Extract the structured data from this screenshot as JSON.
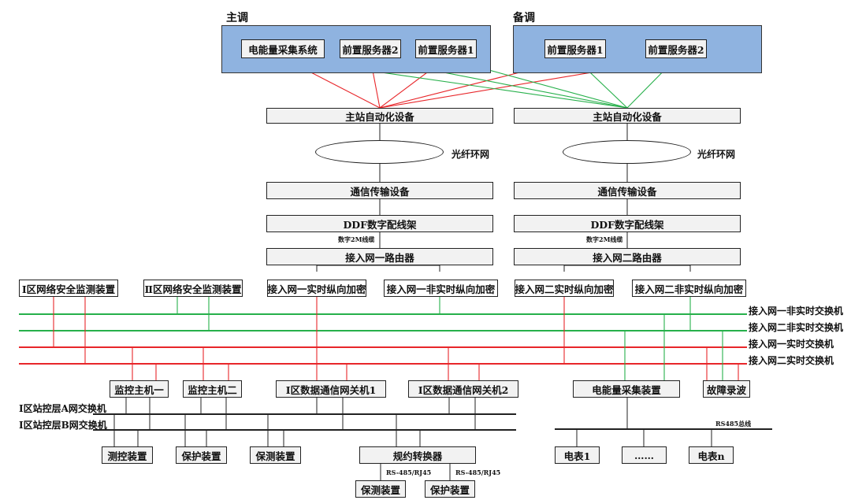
{
  "titles": {
    "main": "主调",
    "backup": "备调"
  },
  "main_site": {
    "servers": [
      "电能量采集系统",
      "前置服务器2",
      "前置服务器1"
    ],
    "automation": "主站自动化设备",
    "ring": "光纤环网",
    "transmission": "通信传输设备",
    "ddf": "DDF数字配线架",
    "cable": "数字2M线缆",
    "router": "接入网一路由器",
    "encrypt_rt": "接入网一实时纵向加密",
    "encrypt_nrt": "接入网一非实时纵向加密"
  },
  "backup_site": {
    "servers": [
      "前置服务器1",
      "前置服务器2"
    ],
    "automation": "主站自动化设备",
    "ring": "光纤环网",
    "transmission": "通信传输设备",
    "ddf": "DDF数字配线架",
    "cable": "数字2M线缆",
    "router": "接入网二路由器",
    "encrypt_rt": "接入网二实时纵向加密",
    "encrypt_nrt": "接入网二非实时纵向加密"
  },
  "monitors": {
    "zone1": "Ⅰ区网络安全监测装置",
    "zone2": "Ⅱ区网络安全监测装置"
  },
  "bus_labels": [
    "接入网一非实时交换机",
    "接入网二非实时交换机",
    "接入网一实时交换机",
    "接入网二实时交换机"
  ],
  "colors": {
    "red": "#e8262a",
    "green": "#27b04b",
    "panel": "#8fb3e0",
    "box": "#f2f2f2"
  },
  "station": {
    "hosts": [
      "监控主机一",
      "监控主机二"
    ],
    "gateways": [
      "Ⅰ区数据通信网关机1",
      "Ⅰ区数据通信网关机2"
    ],
    "switch_a": "Ⅰ区站控层A网交换机",
    "switch_b": "Ⅰ区站控层B网交换机",
    "devices": [
      "测控装置",
      "保护装置",
      "保测装置"
    ],
    "converter": "规约转换器",
    "iface": "RS-485/RJ45",
    "sub_devices": [
      "保测装置",
      "保护装置"
    ]
  },
  "energy": {
    "collector": "电能量采集装置",
    "recorder": "故障录波",
    "bus": "RS485总线",
    "meters": [
      "电表1",
      "……",
      "电表n"
    ]
  }
}
